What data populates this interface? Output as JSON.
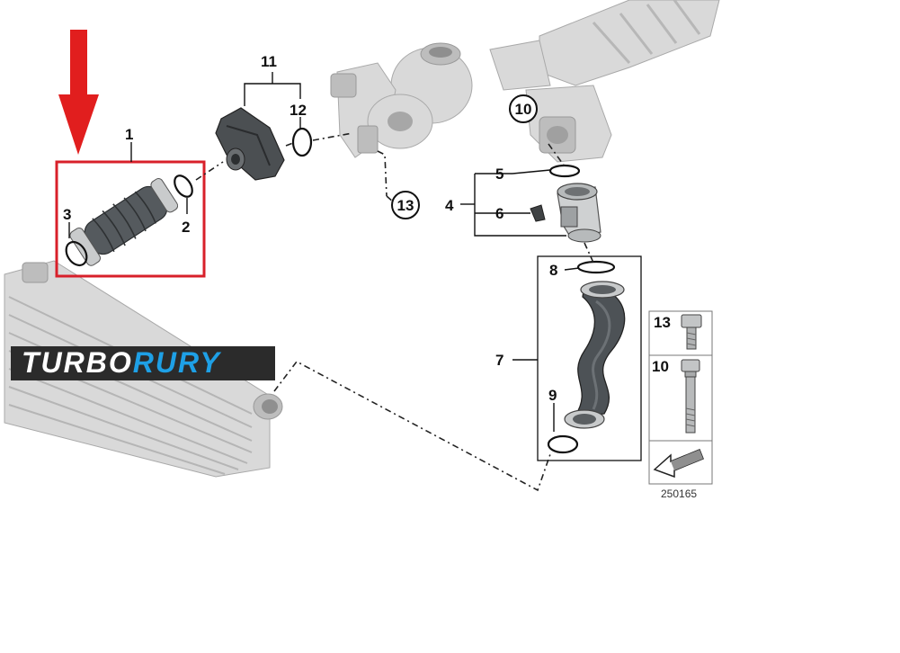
{
  "logo": {
    "text_turbo": "TURBO",
    "text_rury": "RURY",
    "colors": {
      "background": "#2b2b2b",
      "turbo": "#ffffff",
      "rury": "#1ea0e6"
    }
  },
  "highlight": {
    "arrow_color": "#e11e1e",
    "box_color": "#d8202a"
  },
  "callouts": {
    "c1": "1",
    "c2": "2",
    "c3": "3",
    "c4": "4",
    "c5": "5",
    "c6": "6",
    "c7": "7",
    "c8": "8",
    "c9": "9",
    "c10": "10",
    "c11": "11",
    "c12": "12",
    "c13": "13"
  },
  "legend": {
    "item_a": "13",
    "item_b": "10",
    "diagram_number": "250165"
  }
}
